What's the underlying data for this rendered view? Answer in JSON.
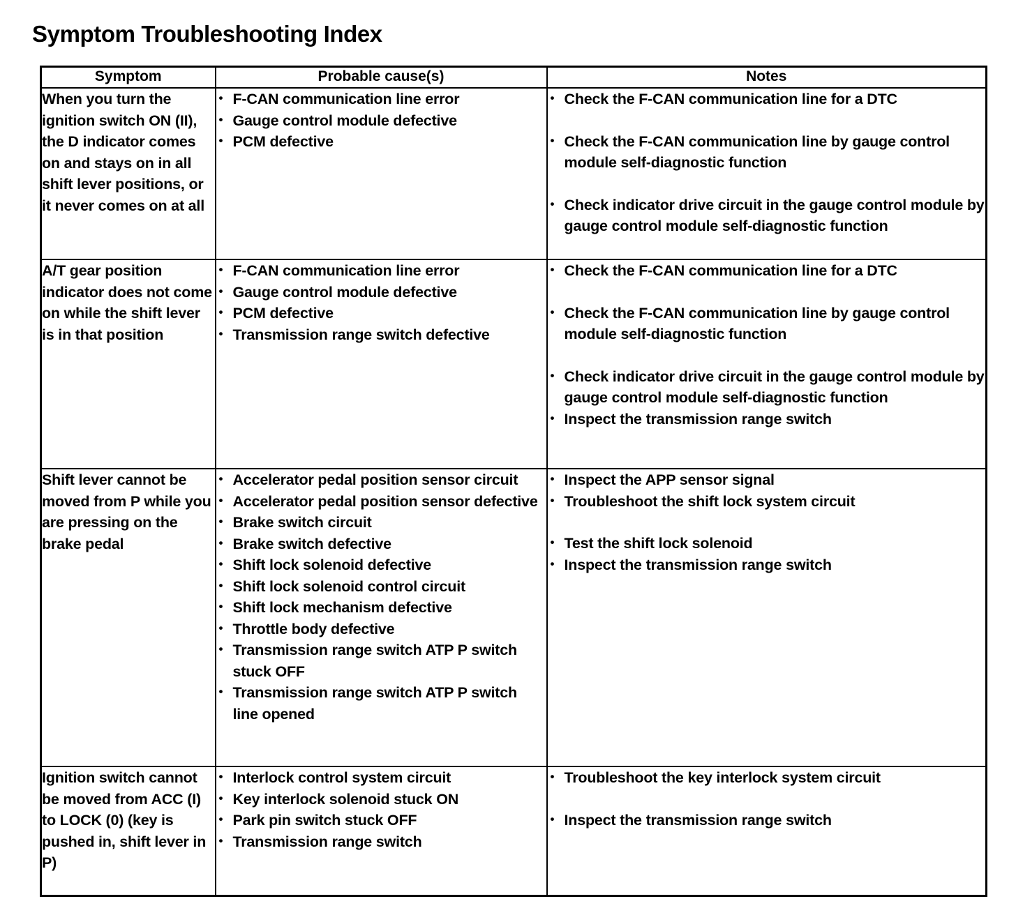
{
  "document": {
    "title": "Symptom Troubleshooting Index"
  },
  "table": {
    "headers": {
      "symptom": "Symptom",
      "cause": "Probable cause(s)",
      "notes": "Notes"
    },
    "rows": [
      {
        "symptom": "When you turn the ignition switch ON (II), the D indicator comes on and stays on in all shift lever positions, or it never comes on at all",
        "causes": [
          "F-CAN communication line error",
          "Gauge control module defective",
          "PCM defective"
        ],
        "notes": [
          {
            "text": "Check the F-CAN communication line for a DTC",
            "gap_before": false
          },
          {
            "text": "Check the F-CAN communication line by gauge control module self-diagnostic function",
            "gap_before": true
          },
          {
            "text": "Check indicator drive circuit in the gauge control module by gauge control module self-diagnostic function",
            "gap_before": true
          }
        ]
      },
      {
        "symptom": "A/T gear position indicator does not come on while the shift lever is in that position",
        "causes": [
          "F-CAN communication line error",
          "Gauge control module defective",
          "PCM defective",
          "Transmission range switch defective"
        ],
        "notes": [
          {
            "text": "Check the F-CAN communication line for a DTC",
            "gap_before": false
          },
          {
            "text": "Check the F-CAN communication line by gauge control module self-diagnostic function",
            "gap_before": true
          },
          {
            "text": "Check indicator drive circuit in the gauge control module by gauge control module self-diagnostic function",
            "gap_before": true
          },
          {
            "text": "Inspect the transmission range switch",
            "gap_before": false
          }
        ]
      },
      {
        "symptom": "Shift lever cannot be moved from P while you are pressing on the brake pedal",
        "causes": [
          "Accelerator pedal position sensor circuit",
          "Accelerator pedal position sensor defective",
          "Brake switch circuit",
          "Brake switch defective",
          "Shift lock solenoid defective",
          "Shift lock solenoid control circuit",
          "Shift lock mechanism defective",
          "Throttle body defective",
          "Transmission range switch ATP P switch stuck OFF",
          "Transmission range switch ATP P switch line opened"
        ],
        "notes": [
          {
            "text": "Inspect the APP sensor signal",
            "gap_before": false
          },
          {
            "text": "Troubleshoot the shift lock system circuit",
            "gap_before": false
          },
          {
            "text": "Test the shift lock solenoid",
            "gap_before": true
          },
          {
            "text": "Inspect the transmission range switch",
            "gap_before": false
          }
        ]
      },
      {
        "symptom": "Ignition switch cannot be moved from ACC (I) to LOCK (0) (key is pushed in, shift lever in P)",
        "causes": [
          "Interlock control system circuit",
          "Key interlock solenoid stuck ON",
          "Park pin switch stuck OFF",
          "Transmission range switch"
        ],
        "notes": [
          {
            "text": "Troubleshoot the key interlock system circuit",
            "gap_before": false
          },
          {
            "text": "Inspect the transmission range switch",
            "gap_before": true
          }
        ]
      }
    ]
  }
}
